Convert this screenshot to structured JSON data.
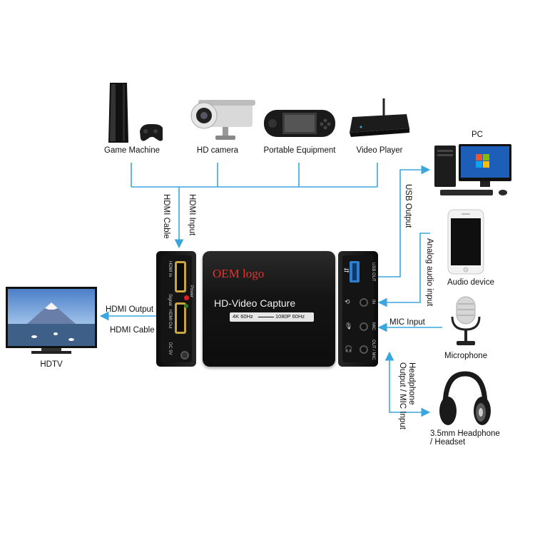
{
  "sources": {
    "game_machine": "Game Machine",
    "hd_camera": "HD camera",
    "portable_equipment": "Portable Equipment",
    "video_player": "Video Player"
  },
  "links": {
    "hdmi_cable_in": "HDMI Cable",
    "hdmi_input": "HDMI Input",
    "hdmi_output": "HDMI Output",
    "hdmi_cable_out": "HDMI Cable",
    "usb_output": "USB Output",
    "analog_audio_input": "Analog audio input",
    "mic_input": "MIC Input",
    "headphone_output_line1": "Headphone",
    "headphone_output_line2": "Output / MIC Input"
  },
  "targets": {
    "pc": "PC",
    "hdtv": "HDTV",
    "audio_device": "Audio device",
    "microphone": "Microphone",
    "headset_line1": "3.5mm Headphone",
    "headset_line2": "/ Headset"
  },
  "device": {
    "oem_logo": "OEM logo",
    "product_name": "HD-Video Capture",
    "spec_left": "4K 60Hz",
    "spec_right": "1080P 60Hz",
    "port_hdmi_in": "HDMI In",
    "port_power": "Power",
    "port_signal": "Signal",
    "port_hdmi_out": "HDMI Out",
    "port_dc": "DC 5V",
    "port_usb_out": "USB OUT",
    "port_in": "IN",
    "port_mic": "MIC",
    "port_out_mic": "OUT / MIC"
  },
  "colors": {
    "connector_line": "#3aa6dd",
    "device_body": "#1a1a1a",
    "oem_logo": "#e3342f"
  }
}
